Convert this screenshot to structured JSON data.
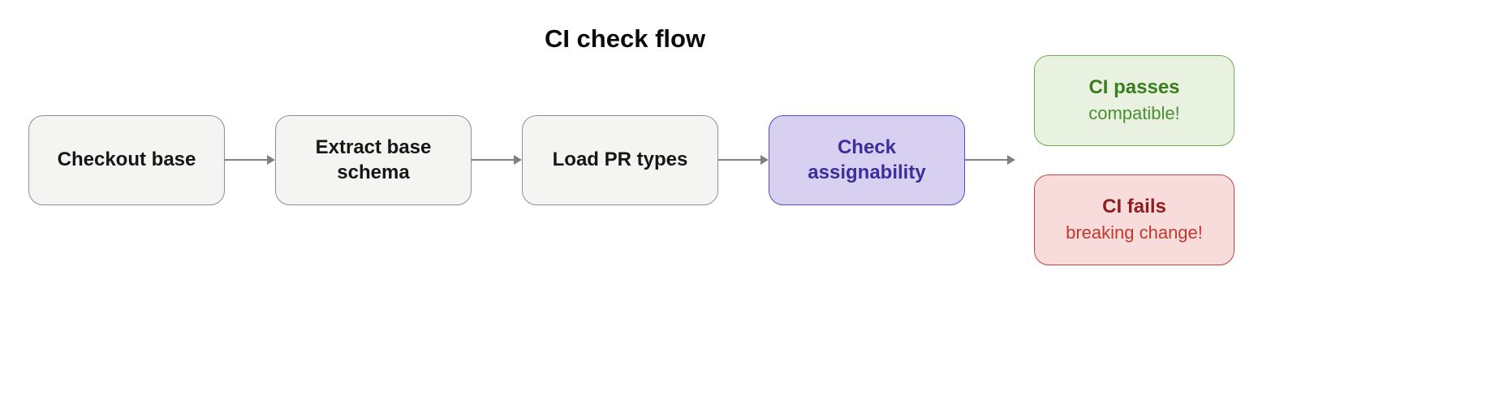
{
  "title": "CI check flow",
  "colors": {
    "node_fill": "#f4f4f2",
    "node_border": "#909090",
    "node_text": "#161616",
    "accent_fill": "#d8d0f0",
    "accent_border": "#5b4ac8",
    "accent_text": "#3d2e9c",
    "pass_fill": "#e9f1e0",
    "pass_border": "#77a755",
    "pass_title": "#3a7d1e",
    "pass_text": "#4c8f2f",
    "fail_fill": "#f8dcdc",
    "fail_border": "#c44444",
    "fail_title": "#8f1d1d",
    "fail_text": "#c0392b",
    "arrow": "#808080"
  },
  "nodes": [
    {
      "label": "Checkout base"
    },
    {
      "label": "Extract base schema"
    },
    {
      "label": "Load PR types"
    },
    {
      "label": "Check assignability"
    }
  ],
  "outcomes": {
    "pass": {
      "title": "CI passes",
      "subtitle": "compatible!"
    },
    "fail": {
      "title": "CI fails",
      "subtitle": "breaking change!"
    }
  }
}
